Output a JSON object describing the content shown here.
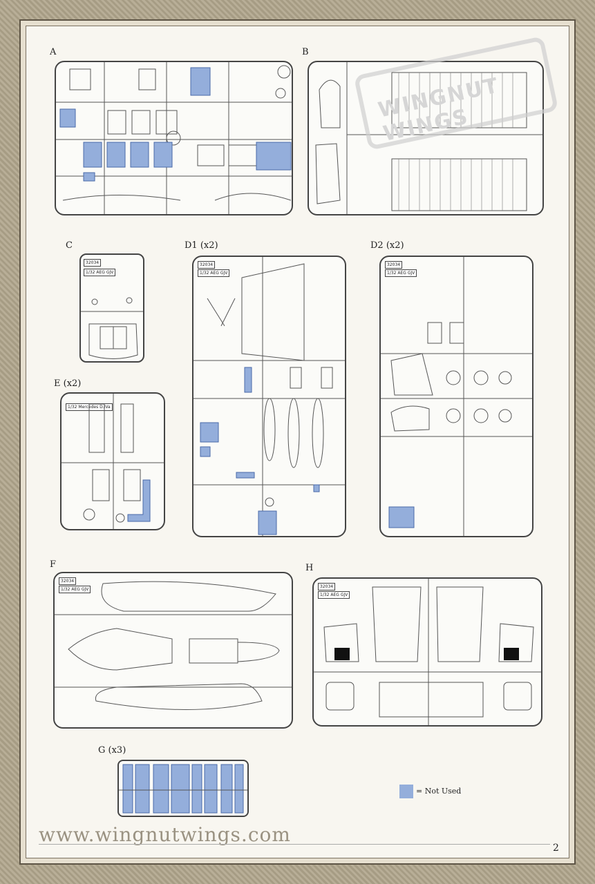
{
  "sprues": {
    "a": {
      "label": "A"
    },
    "b": {
      "label": "B"
    },
    "c": {
      "label": "C",
      "code": "32034",
      "kit_name": "1/32 AEG GJV"
    },
    "d1": {
      "label": "D1 (x2)",
      "code": "32034",
      "kit_name": "1/32 AEG GJV"
    },
    "d2": {
      "label": "D2 (x2)",
      "code": "32034",
      "kit_name": "1/32 AEG GJV"
    },
    "e": {
      "label": "E (x2)",
      "kit_name": "1/32 Mercedes D.IVa"
    },
    "f": {
      "label": "F",
      "code": "32034",
      "kit_name": "1/32 AEG GJV"
    },
    "g": {
      "label": "G (x3)"
    },
    "h": {
      "label": "H",
      "code": "32034",
      "kit_name": "1/32 AEG GJV"
    }
  },
  "legend": {
    "text": "= Not Used",
    "color": "#94aedb"
  },
  "footer": {
    "website": "www.wingnutwings.com",
    "page_number": "2"
  },
  "watermark": {
    "text": "WINGNUT WINGS"
  }
}
